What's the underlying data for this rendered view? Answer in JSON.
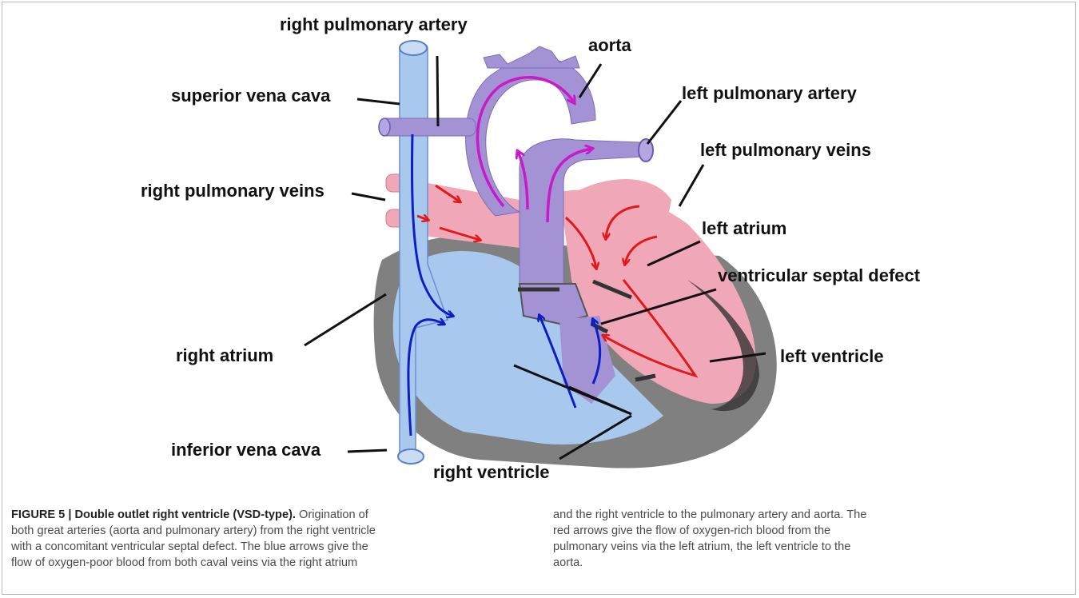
{
  "labels": {
    "right_pulmonary_artery": "right pulmonary artery",
    "aorta": "aorta",
    "superior_vena_cava": "superior vena cava",
    "left_pulmonary_artery": "left pulmonary artery",
    "left_pulmonary_veins": "left pulmonary veins",
    "right_pulmonary_veins": "right pulmonary veins",
    "left_atrium": "left atrium",
    "ventricular_septal_defect": "ventricular septal defect",
    "right_atrium": "right atrium",
    "left_ventricle": "left ventricle",
    "inferior_vena_cava": "inferior vena cava",
    "right_ventricle": "right ventricle"
  },
  "caption": {
    "title": "FIGURE 5 | Double outlet right ventricle (VSD-type).",
    "left_lines": [
      " Origination of",
      "both great arteries (aorta and pulmonary artery) from the right ventricle",
      "with a concomitant ventricular septal defect. The blue arrows give the",
      "flow of oxygen-poor blood from both caval veins via the right atrium"
    ],
    "right_lines": [
      "and the right ventricle to the pulmonary artery and aorta. The",
      "red arrows give the flow of oxygen-rich blood from the",
      "pulmonary veins via the left atrium, the left ventricle to the",
      "aorta."
    ]
  },
  "colors": {
    "deoxygenated": "#a9c8ee",
    "oxygenated": "#f0a8b8",
    "arteries": "#a493d4",
    "wall": "#555555",
    "blue_arrow": "#0d1fc4",
    "red_arrow": "#e01a1a",
    "magenta_arrow": "#c81ac8"
  }
}
